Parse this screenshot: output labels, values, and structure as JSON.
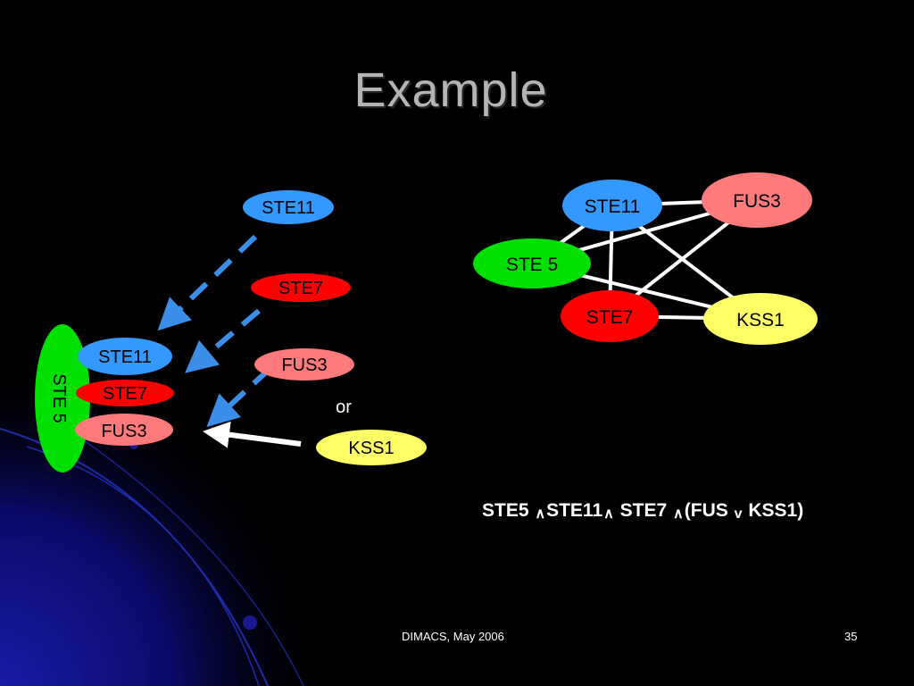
{
  "title": "Example",
  "left": {
    "complex_label": "STE 5",
    "stack": [
      "STE11",
      "STE7",
      "FUS3"
    ],
    "sources": [
      "STE11",
      "STE7",
      "FUS3",
      "KSS1"
    ],
    "or_label": "or"
  },
  "network": {
    "nodes": {
      "ste11": "STE11",
      "fus3": "FUS3",
      "ste5": "STE 5",
      "ste7": "STE7",
      "kss1": "KSS1"
    }
  },
  "formula": {
    "t1": "STE5 ",
    "op1": "∧",
    "t2": "STE11",
    "op2": "∧",
    "t3": " STE7 ",
    "op3": "∧",
    "t4": "(FUS ",
    "op4": "v",
    "t5": "  KSS1)"
  },
  "footer": {
    "left": "DIMACS, May 2006",
    "page": "35"
  },
  "colors": {
    "blue": "#3399ff",
    "red": "#ff0000",
    "pink": "#ff7a7a",
    "green": "#00e000",
    "yellow": "#ffff66",
    "arrow_blue": "#3a8ee8"
  }
}
